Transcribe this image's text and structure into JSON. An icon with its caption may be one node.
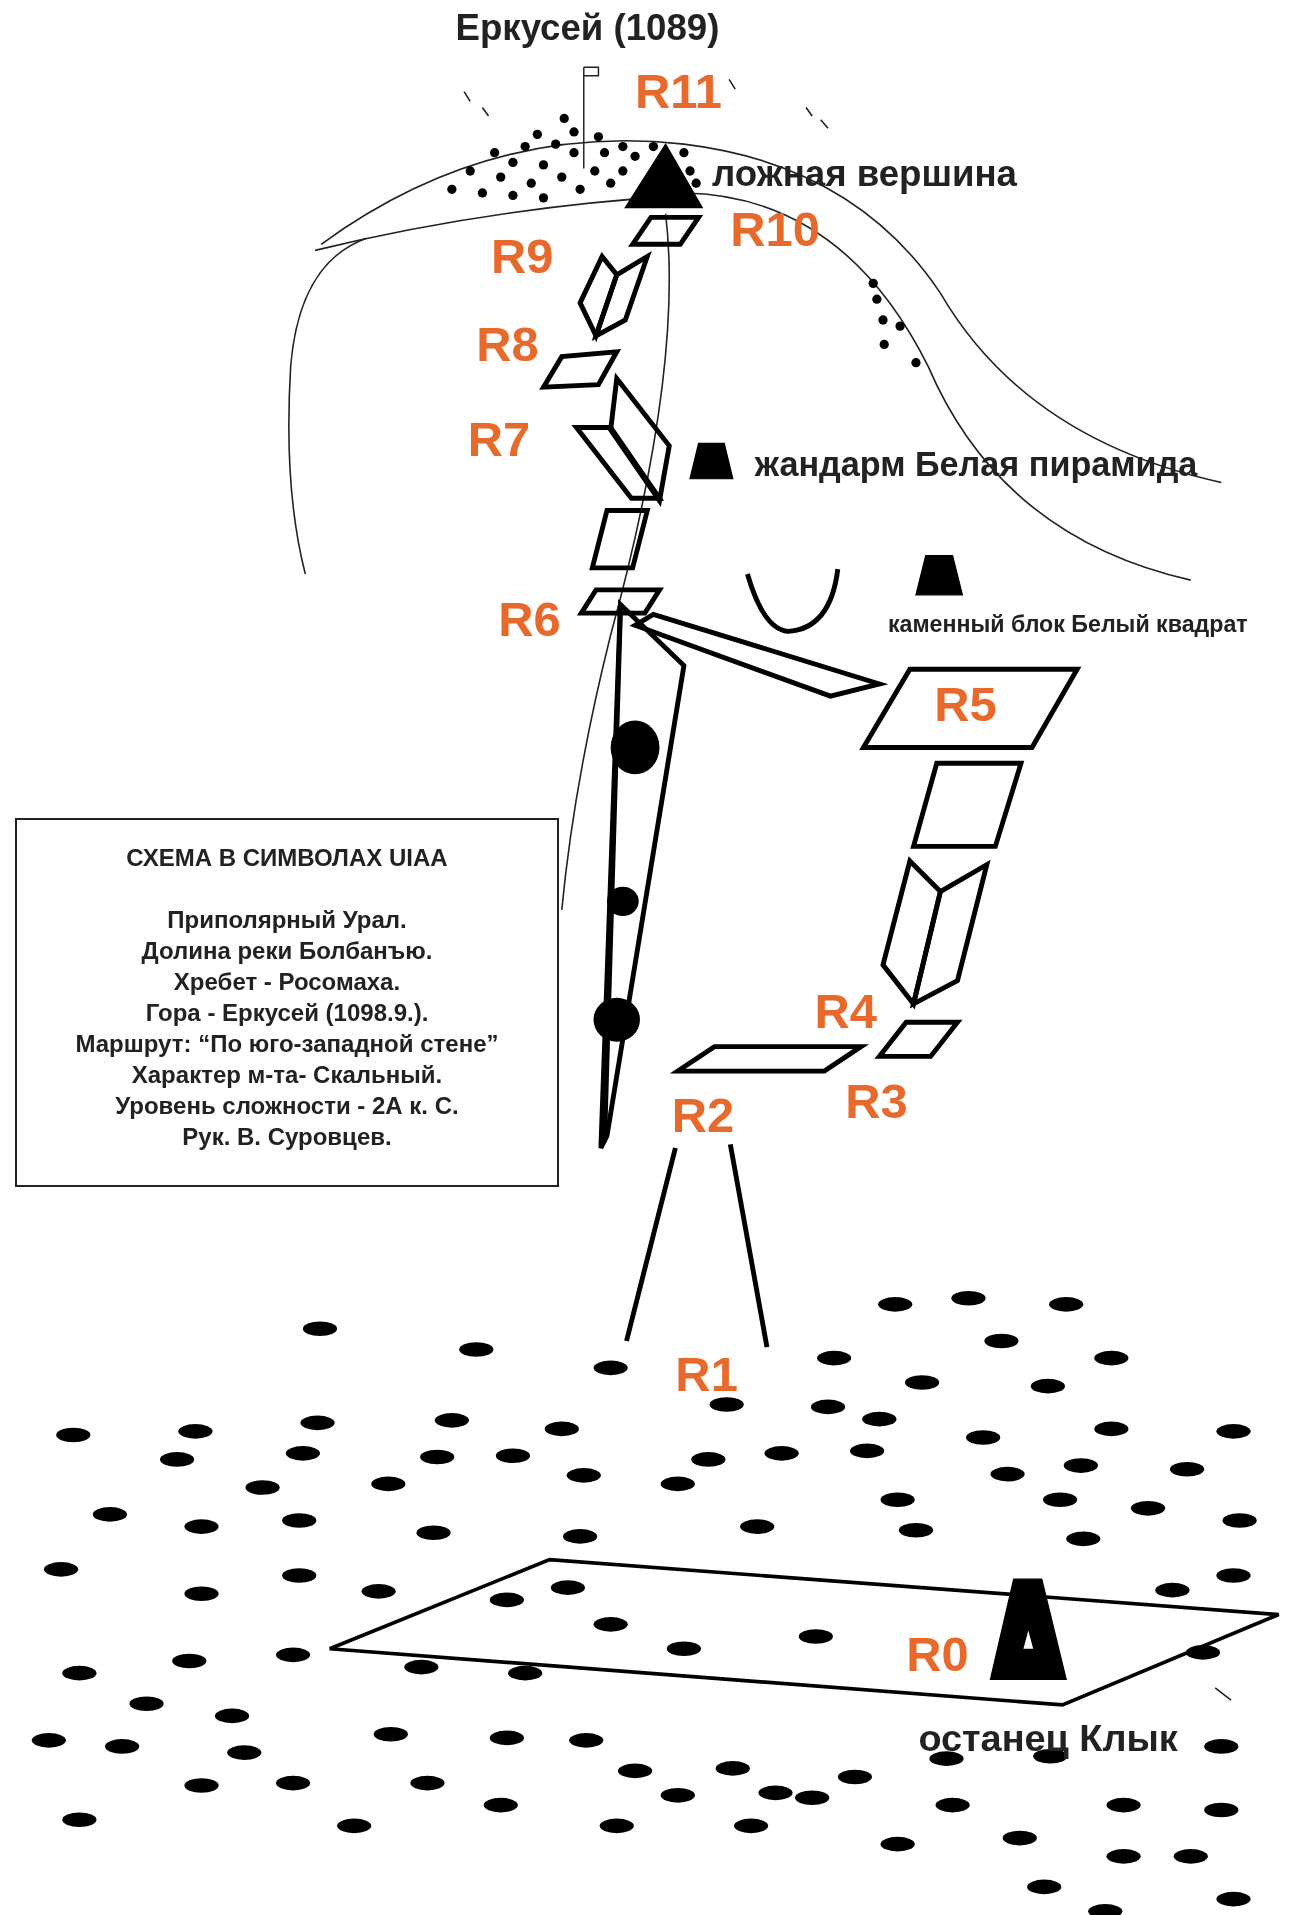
{
  "diagram": {
    "nodes": [
      {
        "text": [
          "СХЕМА В СИМВОЛАХ UIAA",
          "Приполярный Урал.",
          "Долина реки Болбанъю.",
          "Хребет - Росомаха.",
          "Гора - Еркусей (1098.9.).",
          "Маршрут: “По юго-западной стене”",
          "Характер м-та- Скальный.",
          "Уровень сложности - 2А к. С.",
          "Рук. В. Суровцев."
        ]
      }
    ],
    "labels": [
      "Еркусей (1089)",
      "R11",
      "ложная вершина",
      "R10",
      "R9",
      "R8",
      "R7",
      "жандарм Белая пирамида",
      "R6",
      "каменный блок  Белый квадрат",
      "R5",
      "R4",
      "R3",
      "R2",
      "R1",
      "R0",
      "останец Клык"
    ]
  }
}
